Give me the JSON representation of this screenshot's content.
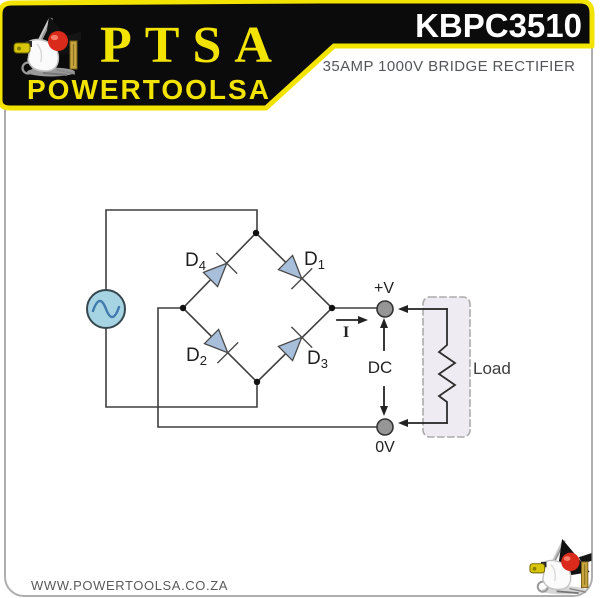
{
  "brand": {
    "name": "PTSA",
    "tagline": "POWERTOOLSA",
    "website": "WWW.POWERTOOLSA.CO.ZA"
  },
  "product": {
    "code": "KBPC3510",
    "description": "35AMP 1000V BRIDGE RECTIFIER"
  },
  "diagram": {
    "type": "bridge-rectifier-schematic",
    "diodes": {
      "d1": {
        "base": "D",
        "sub": "1"
      },
      "d2": {
        "base": "D",
        "sub": "2"
      },
      "d3": {
        "base": "D",
        "sub": "3"
      },
      "d4": {
        "base": "D",
        "sub": "4"
      }
    },
    "labels": {
      "positive_terminal": "+V",
      "negative_terminal": "0V",
      "dc": "DC",
      "current": "I",
      "load": "Load"
    }
  },
  "colors": {
    "accent_yellow": "#F2E300",
    "header_black": "#0B0B0B",
    "diode_fill": "#A8BFDC",
    "ac_source_fill": "#A6D4E2",
    "sine_stroke": "#4079AE",
    "terminal_fill": "#969696",
    "wire": "#3F3F3F",
    "load_box_fill": "#EEECF2",
    "description_text": "#54565A"
  }
}
